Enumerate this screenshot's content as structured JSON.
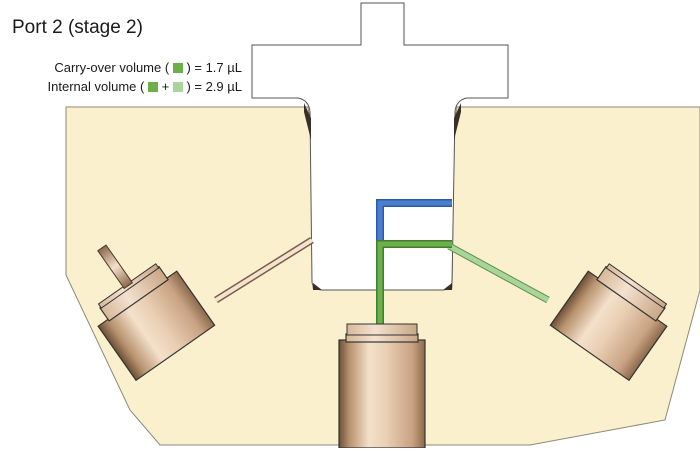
{
  "title": "Port 2 (stage 2)",
  "legend": {
    "carry_over": {
      "label_before": "Carry-over volume (",
      "label_after": ") = 1.7 µL"
    },
    "internal": {
      "label_before": "Internal volume (",
      "plus": "+",
      "label_after": ") = 2.9 µL"
    }
  },
  "colors": {
    "housing": "#fbf0cd",
    "housing_stroke": "#8a8a7a",
    "carry_over_path": "#6bb04a",
    "internal_path_extra": "#a8d69a",
    "other_path": "#4a7fd0",
    "fitting_light": "#f2dcc6",
    "fitting_dark": "#5a4330"
  },
  "icons": [
    "valve-housing",
    "rotor-stem",
    "fitting-left",
    "fitting-center",
    "fitting-right",
    "inactive-channel"
  ]
}
